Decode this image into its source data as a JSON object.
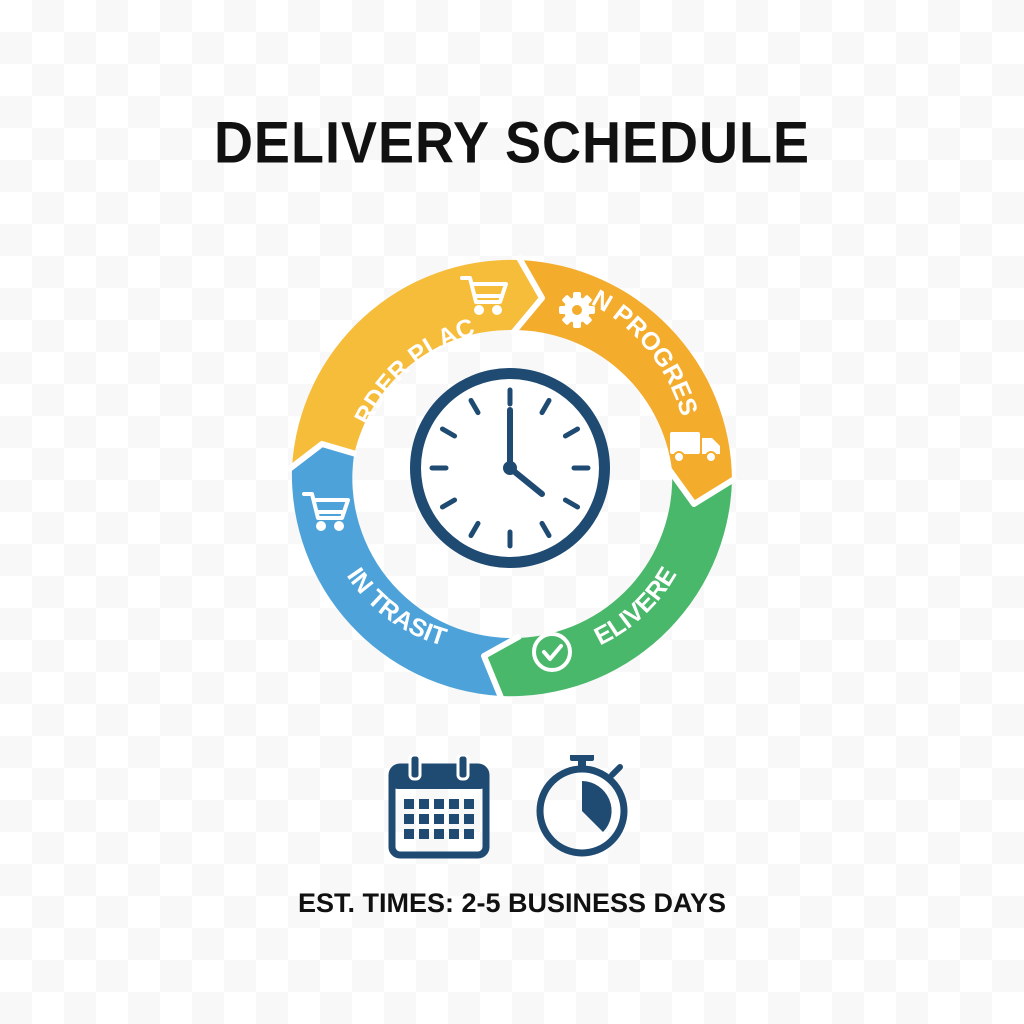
{
  "title": "DELIVERY SCHEDULE",
  "cycle": {
    "stages": [
      {
        "label": "ORDER PLACED",
        "color": "#f6bd3a",
        "icon": "shopping-cart-icon"
      },
      {
        "label": "IN PROGRESS",
        "color": "#f4ac2c",
        "icon": "gear-icon"
      },
      {
        "label": "DELIVERED",
        "color": "#49b86b",
        "icon": "check-circle-icon"
      },
      {
        "label": "IN TRASIT",
        "color": "#4da3d9",
        "icon": "shopping-cart-icon"
      }
    ],
    "extra_icon": "delivery-truck-icon",
    "center_icon": "clock-icon",
    "dark_color": "#1f4a72"
  },
  "bottom_icons": [
    "calendar-icon",
    "stopwatch-icon"
  ],
  "footer": "EST. TIMES: 2-5 BUSINESS DAYS"
}
